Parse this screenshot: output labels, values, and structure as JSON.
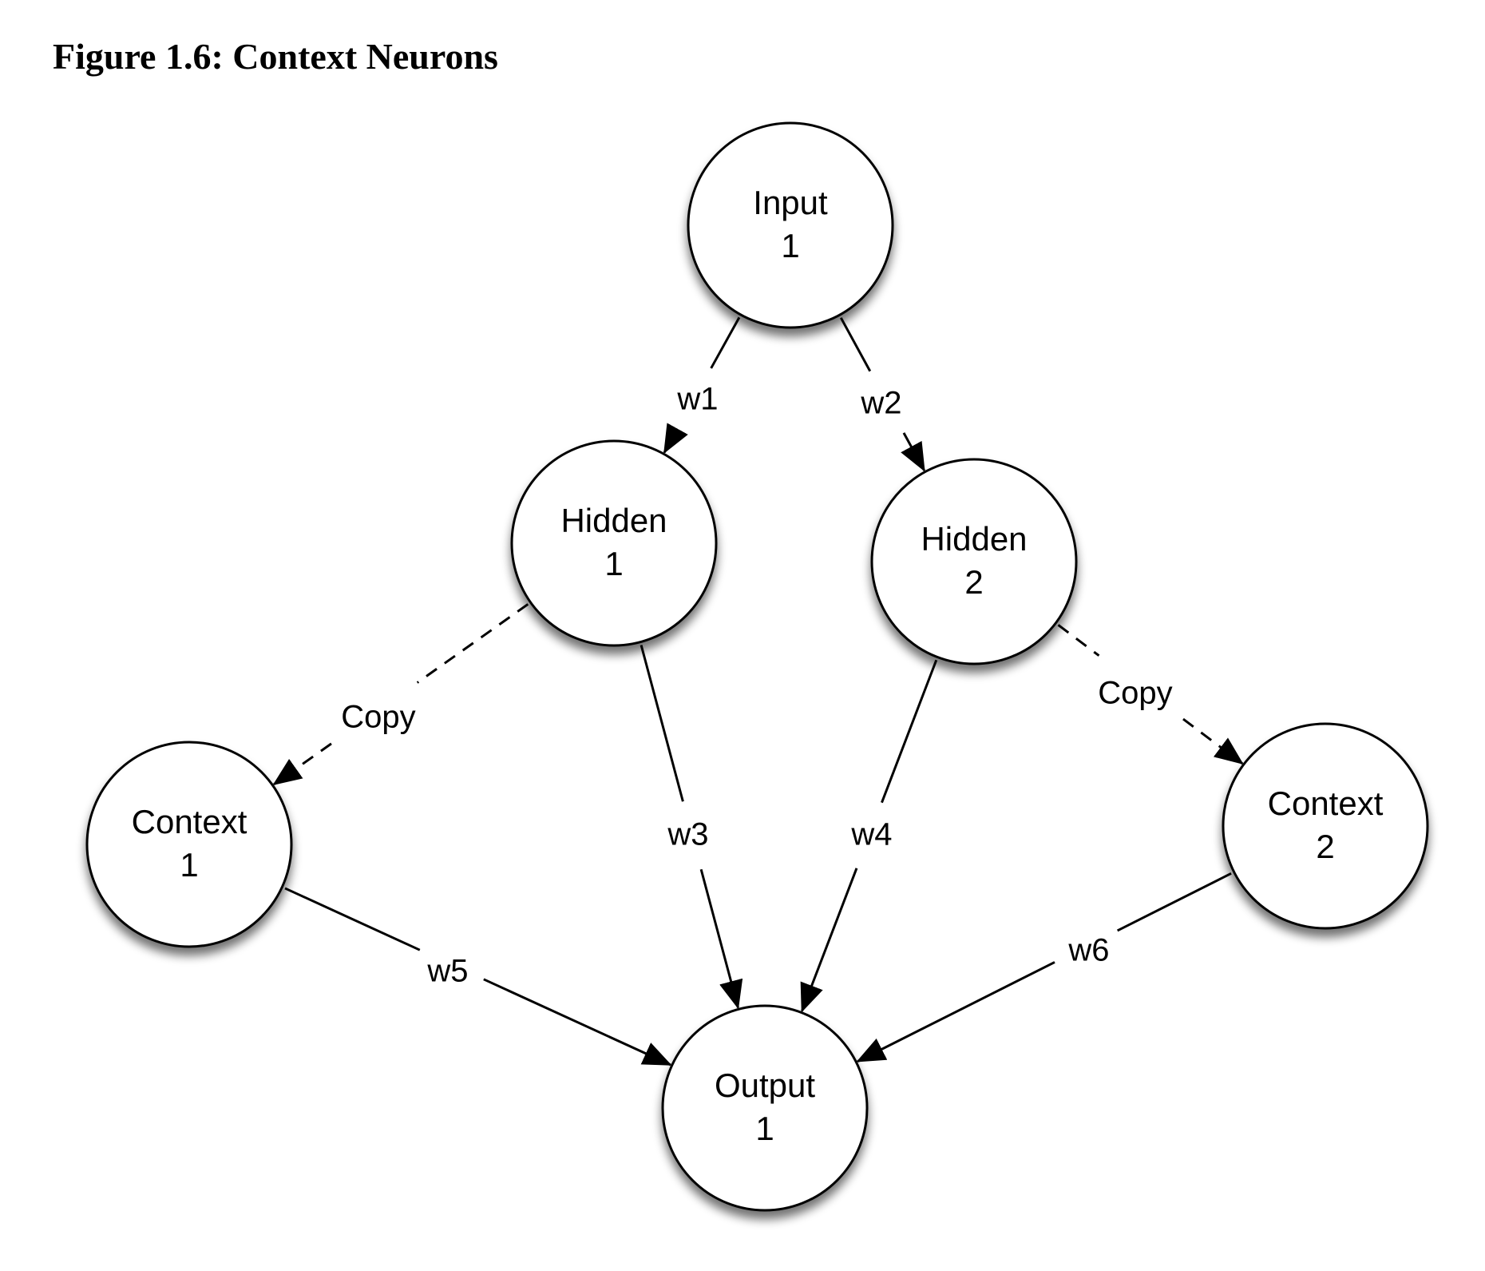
{
  "figure": {
    "title": "Figure 1.6: Context Neurons"
  },
  "colors": {
    "stroke": "#000000",
    "node_fill": "#ffffff",
    "background": "#ffffff"
  },
  "nodes": [
    {
      "id": "input1",
      "line1": "Input",
      "line2": "1"
    },
    {
      "id": "hidden1",
      "line1": "Hidden",
      "line2": "1"
    },
    {
      "id": "hidden2",
      "line1": "Hidden",
      "line2": "2"
    },
    {
      "id": "context1",
      "line1": "Context",
      "line2": "1"
    },
    {
      "id": "context2",
      "line1": "Context",
      "line2": "2"
    },
    {
      "id": "output1",
      "line1": "Output",
      "line2": "1"
    }
  ],
  "edges": [
    {
      "id": "e-w1",
      "from": "input1",
      "to": "hidden1",
      "label": "w1",
      "style": "solid"
    },
    {
      "id": "e-w2",
      "from": "input1",
      "to": "hidden2",
      "label": "w2",
      "style": "solid"
    },
    {
      "id": "e-copy1",
      "from": "hidden1",
      "to": "context1",
      "label": "Copy",
      "style": "dashed"
    },
    {
      "id": "e-copy2",
      "from": "hidden2",
      "to": "context2",
      "label": "Copy",
      "style": "dashed"
    },
    {
      "id": "e-w3",
      "from": "hidden1",
      "to": "output1",
      "label": "w3",
      "style": "solid"
    },
    {
      "id": "e-w4",
      "from": "hidden2",
      "to": "output1",
      "label": "w4",
      "style": "solid"
    },
    {
      "id": "e-w5",
      "from": "context1",
      "to": "output1",
      "label": "w5",
      "style": "solid"
    },
    {
      "id": "e-w6",
      "from": "context2",
      "to": "output1",
      "label": "w6",
      "style": "solid"
    }
  ]
}
